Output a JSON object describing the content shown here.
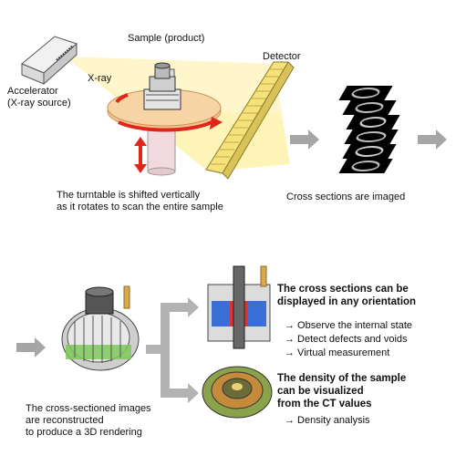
{
  "top": {
    "accelerator_label": [
      "Accelerator",
      "(X-ray source)"
    ],
    "xray_label": "X-ray",
    "sample_label": "Sample (product)",
    "detector_label": "Detector",
    "turntable_caption": [
      "The turntable is shifted vertically",
      "as it rotates to scan the entire sample"
    ],
    "cross_sections_caption": "Cross sections are imaged"
  },
  "bottom": {
    "reconstruct_caption": [
      "The cross-sectioned images",
      "are reconstructed",
      "to produce a 3D rendering"
    ],
    "orientation_heading": [
      "The cross sections can be",
      "displayed in any orientation"
    ],
    "orientation_items": [
      "→ Observe the internal state",
      "→ Detect defects and voids",
      "→ Virtual measurement"
    ],
    "density_heading": [
      "The density of the sample",
      "can be visualized",
      "from the CT values"
    ],
    "density_items": [
      "→ Density analysis"
    ]
  },
  "colors": {
    "arrow_gray": "#a6a6a6",
    "beam_yellow": "#fff3b0",
    "detector_yellow": "#f6e27a",
    "turntable_orange": "#f3c48d",
    "rotation_red": "#e0251b"
  }
}
